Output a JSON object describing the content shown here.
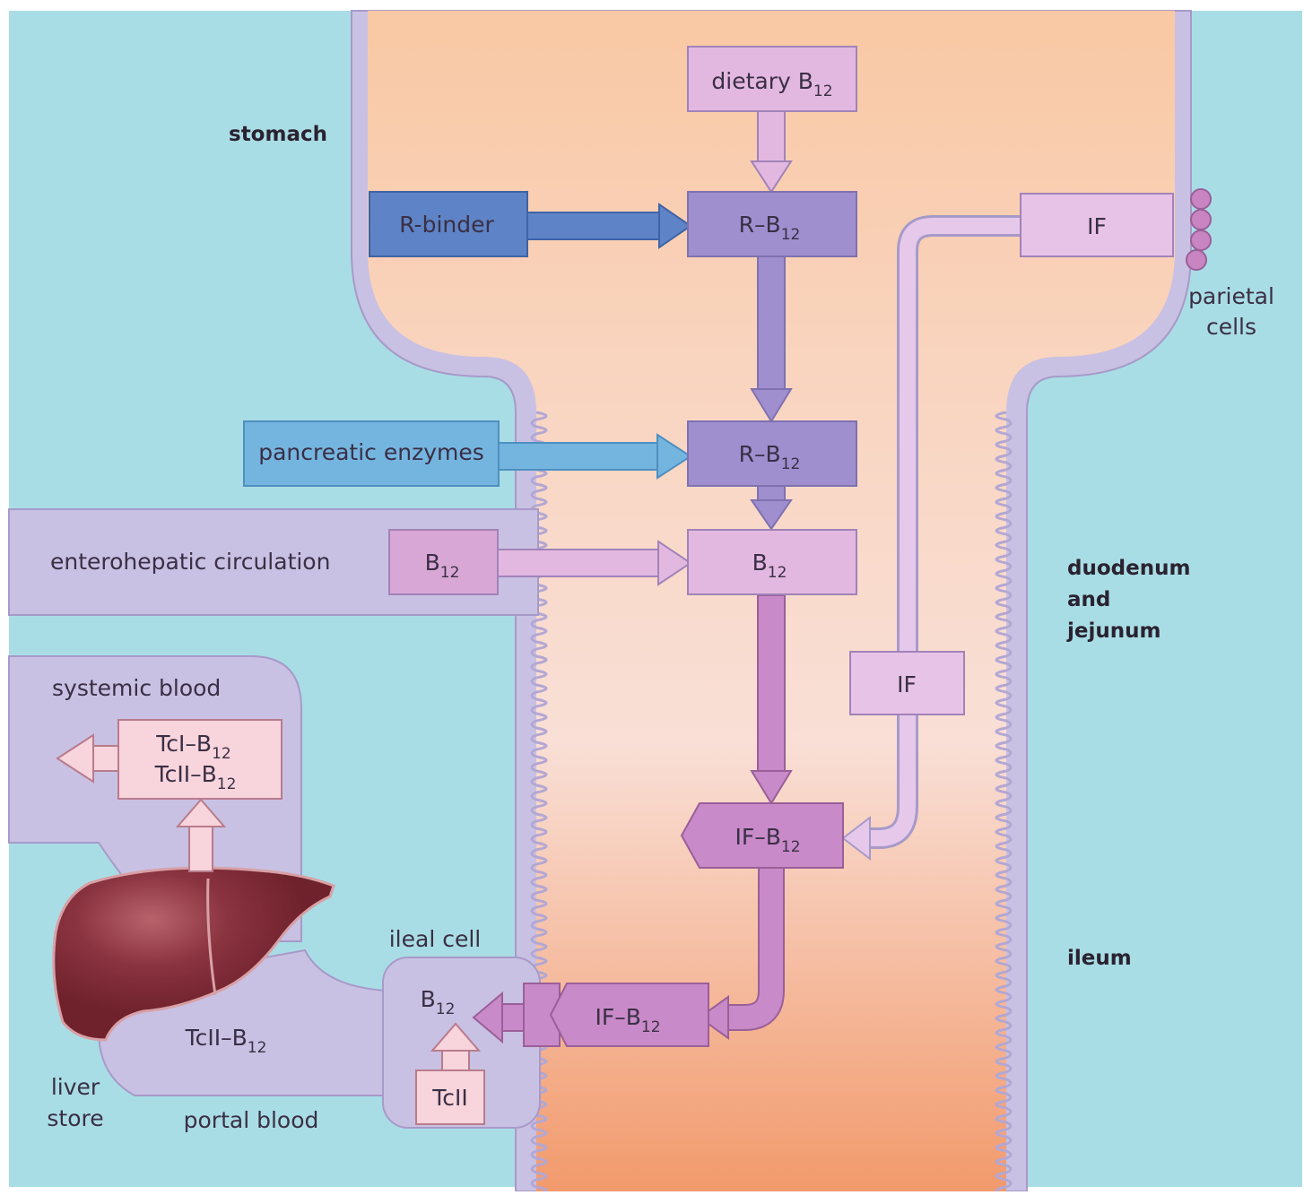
{
  "region_labels": {
    "stomach": "stomach",
    "duodenum_line1": "duodenum",
    "duodenum_line2": "and",
    "duodenum_line3": "jejunum",
    "ileum": "ileum",
    "parietal_line1": "parietal",
    "parietal_line2": "cells",
    "enterohepatic": "enterohepatic circulation",
    "systemic": "systemic blood",
    "ileal_cell": "ileal cell",
    "liver_line1": "liver",
    "liver_line2": "store",
    "portal": "portal blood"
  },
  "boxes": {
    "dietary": {
      "text": "dietary B",
      "sub": "12"
    },
    "r_binder": {
      "text": "R-binder"
    },
    "rb12_top": {
      "text": "R–B",
      "sub": "12"
    },
    "if_top": {
      "text": "IF"
    },
    "pancreatic": {
      "text": "pancreatic enzymes"
    },
    "rb12_mid": {
      "text": "R–B",
      "sub": "12"
    },
    "b12_entero": {
      "text": "B",
      "sub": "12"
    },
    "b12_center": {
      "text": "B",
      "sub": "12"
    },
    "if_mid": {
      "text": "IF"
    },
    "ifb12_center": {
      "text": "IF–B",
      "sub": "12"
    },
    "ifb12_ileal": {
      "text": "IF–B",
      "sub": "12"
    },
    "b12_cell": {
      "text": "B",
      "sub": "12"
    },
    "tcii": {
      "text": "TcII"
    },
    "tcb12_line1": {
      "text": "TcI–B",
      "sub": "12"
    },
    "tcb12_line2": {
      "text": "TcII–B",
      "sub": "12"
    },
    "tcii_b12_portal": {
      "text": "TcII–B",
      "sub": "12"
    }
  },
  "colors": {
    "background": "#a9dde5",
    "gut_wall": "#c9c1e3",
    "lumen_top": "#f9c9a6",
    "lumen_mid": "#f8dccf",
    "lumen_bottom": "#f39f73",
    "dark_blue": "#5e83c6",
    "light_blue": "#74b5e0",
    "purple": "#9f8fcf",
    "mauve": "#d9a7d6",
    "mauve_dark": "#c88ac8",
    "lilac": "#e8c3e8",
    "pink": "#f8d4dc",
    "liver": "#7b2a33",
    "parietal": "#c885c2"
  }
}
